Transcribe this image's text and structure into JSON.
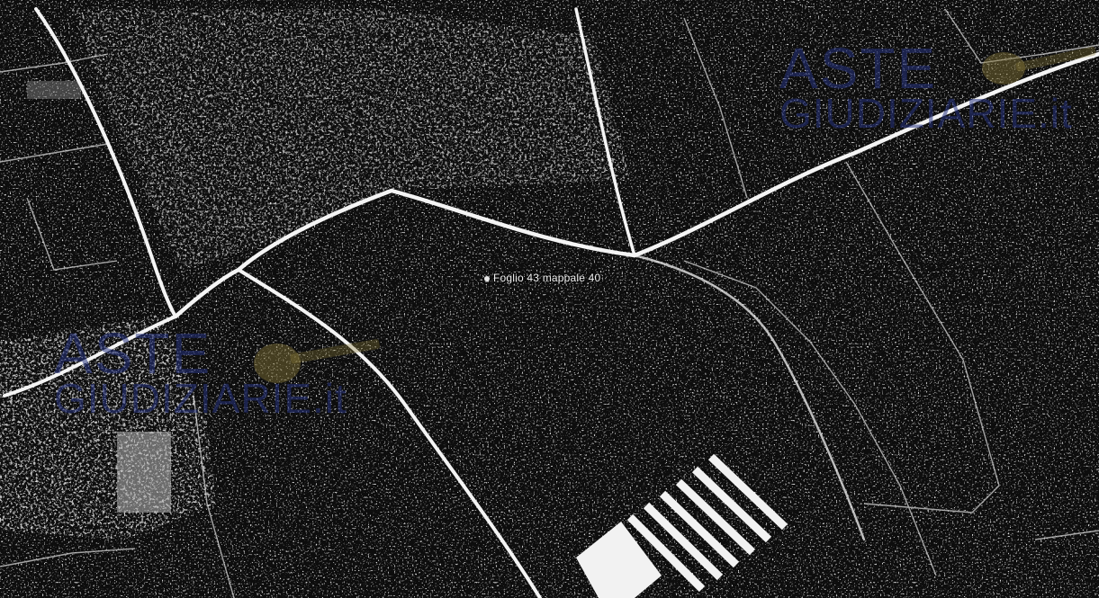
{
  "map": {
    "parcel_label": "Foglio 43 mappale 40"
  },
  "watermarks": [
    {
      "line1": "ASTE",
      "line2": "GIUDIZIARIE.it"
    },
    {
      "line1": "ASTE",
      "line2": "GIUDIZIARIE.it"
    }
  ],
  "colors": {
    "road": "#f4f4f4",
    "terrain_dark": "#0d0d0d",
    "watermark_blue": "#28348a",
    "watermark_gold": "#8a7a3a"
  }
}
